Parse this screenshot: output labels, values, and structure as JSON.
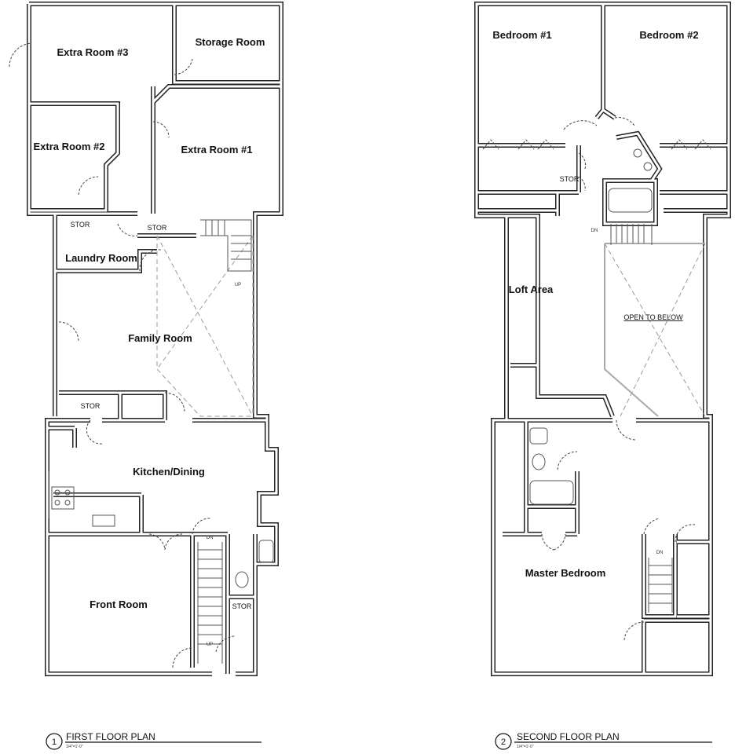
{
  "first_floor": {
    "title": "FIRST FLOOR PLAN",
    "number": "1",
    "scale": "1/4\"=1'-0\"",
    "rooms": {
      "extra_room_3": "Extra Room #3",
      "storage_room": "Storage Room",
      "extra_room_2": "Extra Room #2",
      "extra_room_1": "Extra Room #1",
      "stor_laundry": "STOR",
      "stor_hall": "STOR",
      "laundry_room": "Laundry Room",
      "family_room": "Family Room",
      "stor_family": "STOR",
      "kitchen_dining": "Kitchen/Dining",
      "front_room": "Front Room",
      "stor_front": "STOR"
    },
    "stair_up_1": "UP",
    "stair_dn": "DN",
    "stair_up_2": "UP"
  },
  "second_floor": {
    "title": "SECOND FLOOR PLAN",
    "number": "2",
    "scale": "1/4\"=1'-0\"",
    "rooms": {
      "bedroom_1": "Bedroom #1",
      "bedroom_2": "Bedroom #2",
      "stor": "STOR",
      "loft_area": "Loft Area",
      "open_to_below": "OPEN TO BELOW",
      "master_bedroom": "Master Bedroom"
    },
    "stair_dn_1": "DN",
    "stair_dn_2": "DN"
  }
}
